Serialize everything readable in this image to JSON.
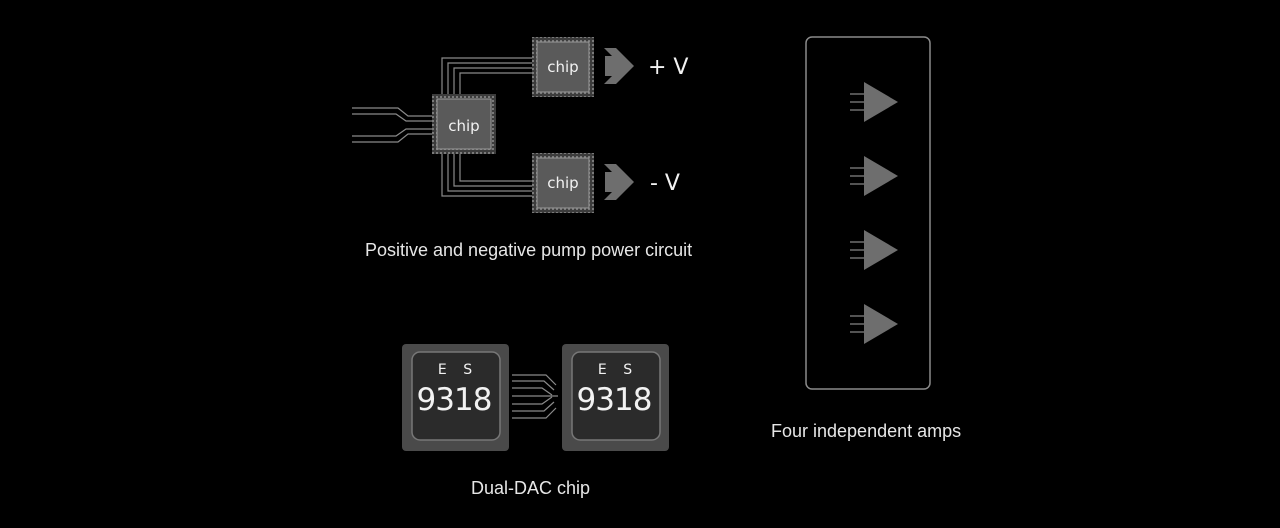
{
  "pump_circuit": {
    "caption": "Positive and negative pump power circuit",
    "chips": [
      "chip",
      "chip",
      "chip"
    ],
    "positive_label": "+ V",
    "negative_label": "- V"
  },
  "dac": {
    "caption": "Dual-DAC chip",
    "chips": [
      {
        "brand": "E S",
        "model": "9318"
      },
      {
        "brand": "E S",
        "model": "9318"
      }
    ]
  },
  "amps": {
    "caption": "Four independent amps",
    "count": 4
  },
  "colors": {
    "background": "#000000",
    "chip_fill": "#5a5a5a",
    "dac_outer": "#4a4a4a",
    "dac_inner": "#2b2b2b",
    "amp_triangle": "#6e6e6e",
    "trace": "#8a8a8a"
  }
}
